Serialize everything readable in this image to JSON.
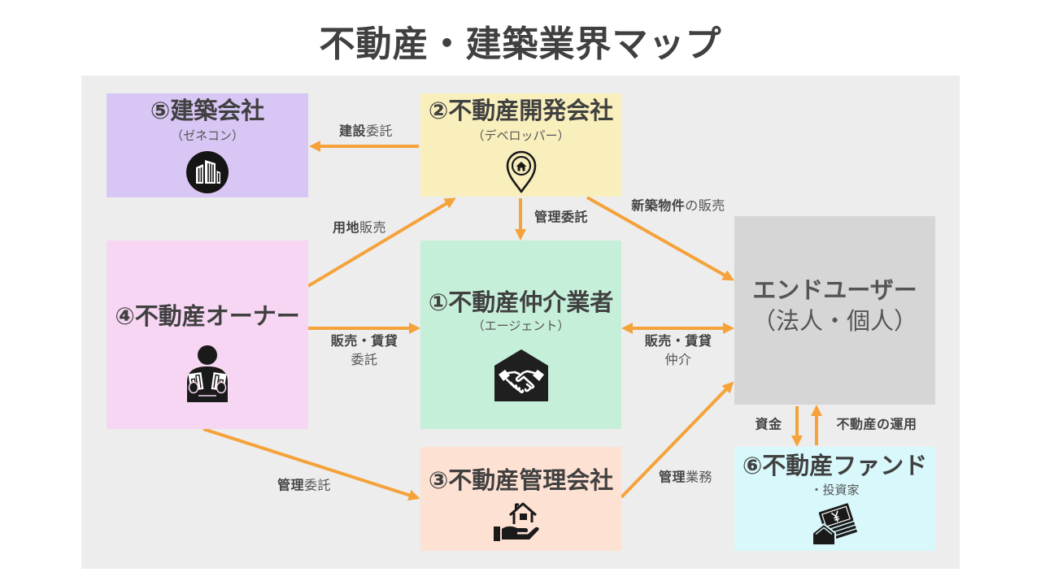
{
  "title": "不動産・建築業界マップ",
  "colors": {
    "title": "#404040",
    "text": "#555555",
    "panel": "#ededed",
    "arrow": "#f5a23a",
    "construction": "#d8c6f4",
    "developer": "#f9efbd",
    "owner": "#f6d6f3",
    "agent": "#c6efda",
    "end_user": "#d6d6d6",
    "management": "#fde1d3",
    "fund": "#d8f8fb"
  },
  "nodes": {
    "construction": {
      "title": "⑤建築会社",
      "subtitle": "（ゼネコン）",
      "icon": "building-icon"
    },
    "developer": {
      "title": "②不動産開発会社",
      "subtitle": "（デベロッパー）",
      "icon": "map-pin-house-icon"
    },
    "owner": {
      "title": "④不動産オーナー",
      "icon": "owner-holding-properties-icon"
    },
    "agent": {
      "title": "①不動産仲介業者",
      "subtitle": "（エージェント）",
      "icon": "handshake-house-icon"
    },
    "end_user": {
      "title": "エンドユーザー",
      "subtitle": "（法人・個人）"
    },
    "management": {
      "title": "③不動産管理会社",
      "icon": "hand-holding-house-icon"
    },
    "fund": {
      "title": "⑥不動産ファンド",
      "subtitle": "・投資家",
      "icon": "yen-bills-house-icon"
    }
  },
  "edges": {
    "developer_to_construction": {
      "bold": "建設",
      "normal": "委託"
    },
    "owner_to_developer": {
      "bold": "用地",
      "normal": "販売"
    },
    "developer_to_agent": {
      "bold": "管理委託"
    },
    "developer_to_end_user": {
      "bold": "新築物件",
      "normal": "の販売"
    },
    "owner_to_agent": {
      "bold": "販売・賃貸",
      "normal": "委託"
    },
    "agent_end_user": {
      "bold": "販売・賃貸",
      "normal": "仲介"
    },
    "owner_to_management": {
      "bold": "管理",
      "normal": "委託"
    },
    "management_to_end_user": {
      "bold": "管理",
      "normal": "業務"
    },
    "end_user_to_fund": {
      "bold": "資金"
    },
    "fund_to_end_user": {
      "bold": "不動産の運用"
    }
  }
}
